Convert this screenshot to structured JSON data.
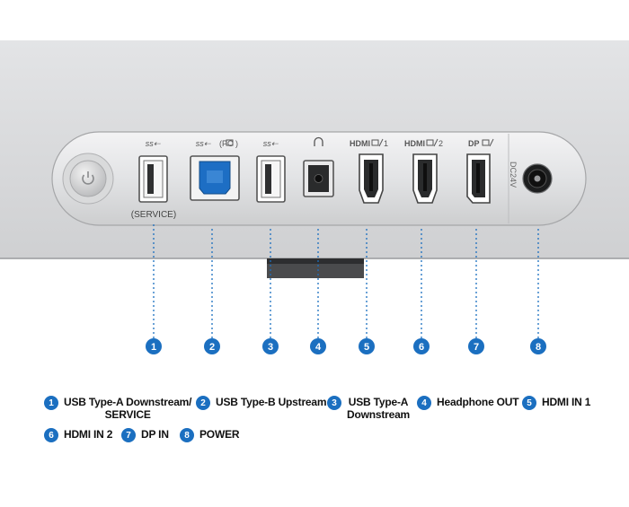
{
  "panel_labels": {
    "usb_a_service": "(SERVICE)",
    "usb_b_pc": "(PC",
    "headphone_symbol": "∩",
    "hdmi1": "HDMI",
    "hdmi1_num": "1",
    "hdmi2": "HDMI",
    "hdmi2_num": "2",
    "dp": "DP",
    "dc": "DC24V"
  },
  "callouts": [
    "1",
    "2",
    "3",
    "4",
    "5",
    "6",
    "7",
    "8"
  ],
  "legend": [
    {
      "num": "1",
      "line1": "USB Type-A Downstream/",
      "line2": "SERVICE"
    },
    {
      "num": "2",
      "line1": "USB Type-B Upstream",
      "line2": ""
    },
    {
      "num": "3",
      "line1": "USB Type-A",
      "line2": "Downstream"
    },
    {
      "num": "4",
      "line1": "Headphone OUT",
      "line2": ""
    },
    {
      "num": "5",
      "line1": "HDMI IN 1",
      "line2": ""
    },
    {
      "num": "6",
      "line1": "HDMI IN 2",
      "line2": ""
    },
    {
      "num": "7",
      "line1": "DP IN",
      "line2": ""
    },
    {
      "num": "8",
      "line1": "POWER",
      "line2": ""
    }
  ],
  "colors": {
    "badge": "#1b6fc0",
    "usb_b_port": "#1d6ec4",
    "panel": "#e4e5e7",
    "backdrop": "#d3d4d6"
  }
}
